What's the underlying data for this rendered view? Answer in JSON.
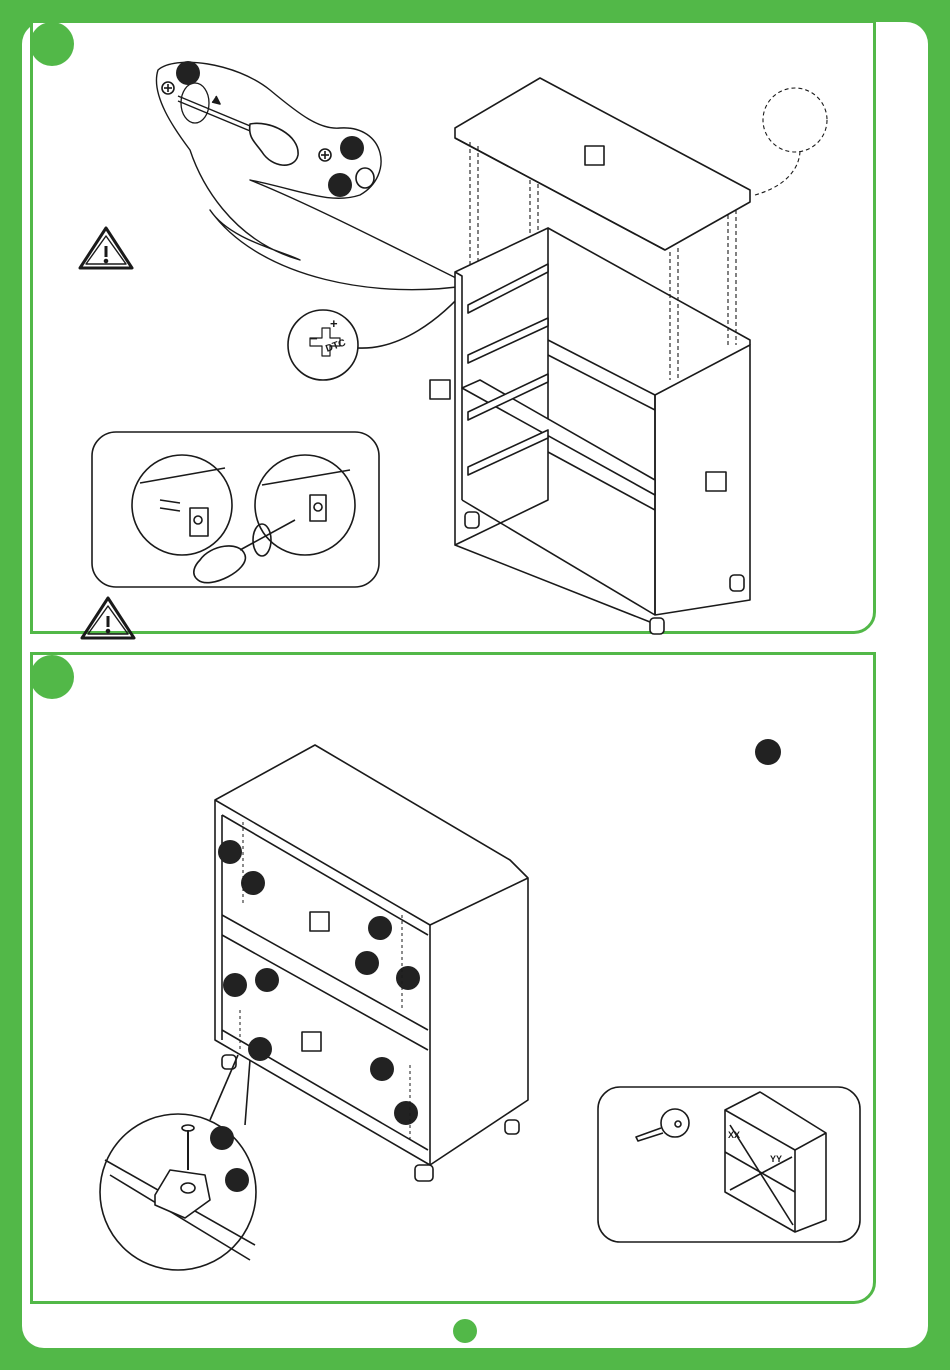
{
  "steps": [
    {
      "id": "step-1",
      "number": ""
    },
    {
      "id": "step-2",
      "number": ""
    }
  ],
  "labels": {
    "dtc_mark": "DTC",
    "plus_mark": "+",
    "minus_mark": "−",
    "measure_x": "XX",
    "measure_y": "YY"
  },
  "icons": [
    "warning-triangle-icon",
    "screwdriver-icon",
    "tape-measure-icon",
    "screw-icon"
  ],
  "colors": {
    "frame_green": "#52b848",
    "line": "#1a1a1a",
    "balloon": "#222222"
  }
}
